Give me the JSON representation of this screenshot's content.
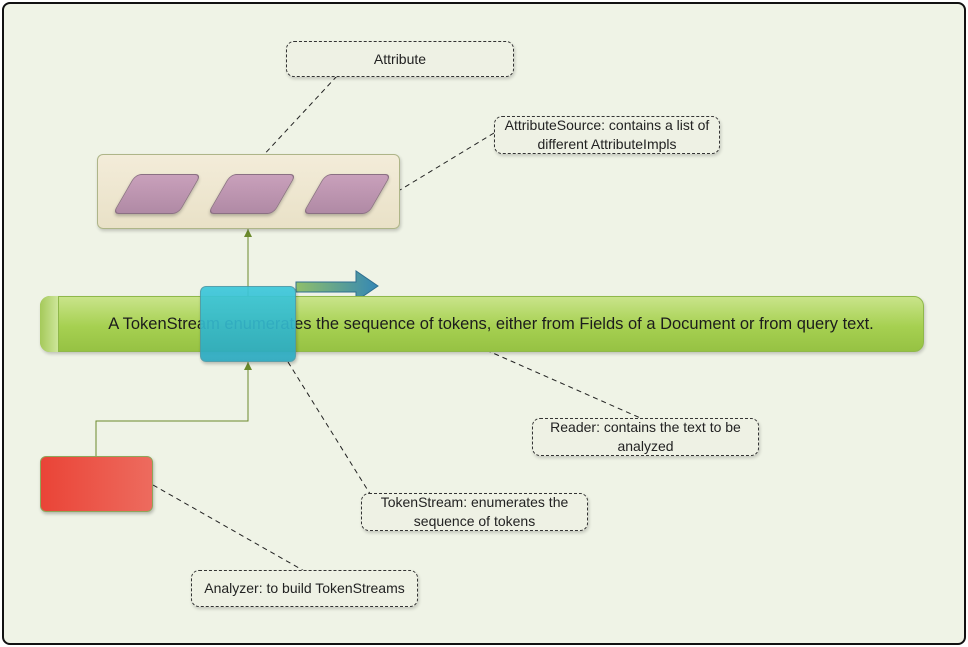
{
  "diagram": {
    "banner_text": "A TokenStream enumerates the sequence of tokens, either from Fields of a Document or from query text.",
    "callouts": {
      "attribute": "Attribute",
      "attribute_source": "AttributeSource: contains a list of\ndifferent AttributeImpls",
      "reader": "Reader: contains the text to be\nanalyzed",
      "token_stream": "TokenStream: enumerates the\nsequence of tokens",
      "analyzer": "Analyzer: to build TokenStreams"
    },
    "colors": {
      "banner": "#a6d051",
      "token_stream": "#2fb6cc",
      "analyzer": "#ea4437",
      "attribute_impl": "#b994af",
      "attribute_source": "#efe7d1",
      "arrow": "#3a8bb0"
    }
  }
}
